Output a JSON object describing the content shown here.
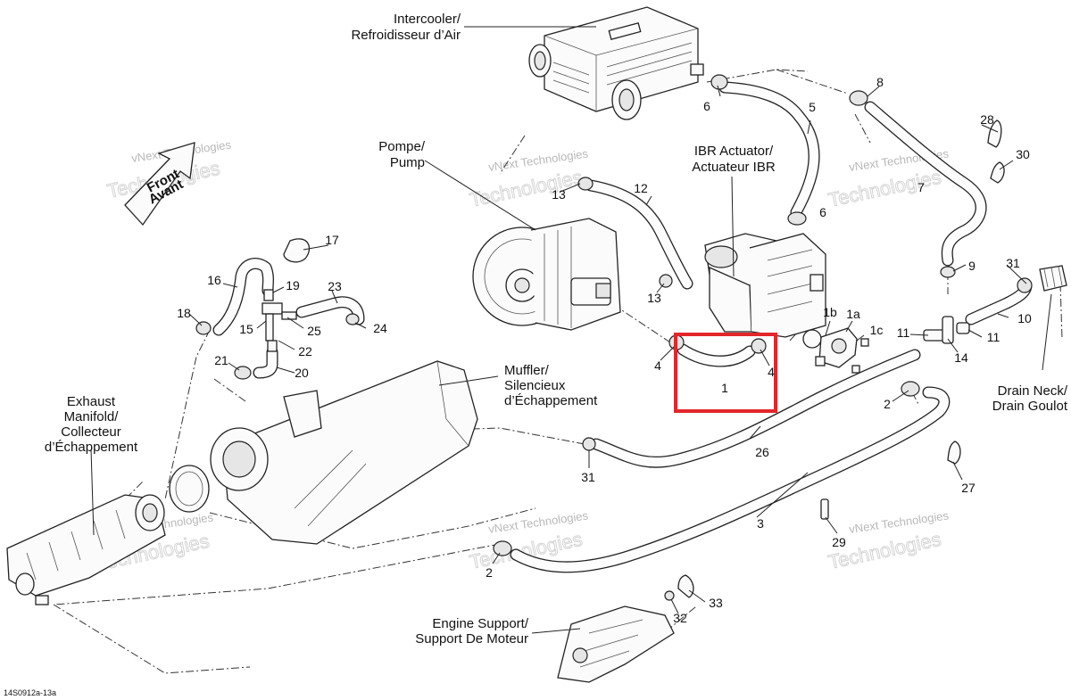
{
  "title_labels": {
    "intercooler": [
      "Intercooler/",
      "Refroidisseur d’Air"
    ],
    "pump": [
      "Pompe/",
      "Pump"
    ],
    "ibr_actuator": [
      "IBR Actuator/",
      "Actuateur IBR"
    ],
    "muffler": [
      "Muffler/",
      "Silencieux",
      "d’Échappement"
    ],
    "exhaust_manifold": [
      "Exhaust",
      "Manifold/",
      "Collecteur",
      "d’Échappement"
    ],
    "drain_neck": [
      "Drain Neck/",
      "Drain Goulot"
    ],
    "engine_support": [
      "Engine Support/",
      "Support De Moteur"
    ],
    "front": [
      "Front",
      "Avant"
    ]
  },
  "callouts": {
    "c1": "1",
    "c1a": "1a",
    "c1b": "1b",
    "c1c": "1c",
    "c2a": "2",
    "c2b": "2",
    "c3": "3",
    "c4a": "4",
    "c4b": "4",
    "c5": "5",
    "c6a": "6",
    "c6b": "6",
    "c7": "7",
    "c8": "8",
    "c9": "9",
    "c10": "10",
    "c11a": "11",
    "c11b": "11",
    "c12": "12",
    "c13a": "13",
    "c13b": "13",
    "c14": "14",
    "c15": "15",
    "c16": "16",
    "c17": "17",
    "c18": "18",
    "c19": "19",
    "c20": "20",
    "c21": "21",
    "c22": "22",
    "c23": "23",
    "c24": "24",
    "c25": "25",
    "c26": "26",
    "c27": "27",
    "c28": "28",
    "c29": "29",
    "c30": "30",
    "c31a": "31",
    "c31b": "31",
    "c32": "32",
    "c33": "33"
  },
  "watermark": {
    "small": "vNext Technologies",
    "big": "Technologies"
  },
  "drawing_code": "14S0912a-13a",
  "highlight_color": "#e2262b"
}
